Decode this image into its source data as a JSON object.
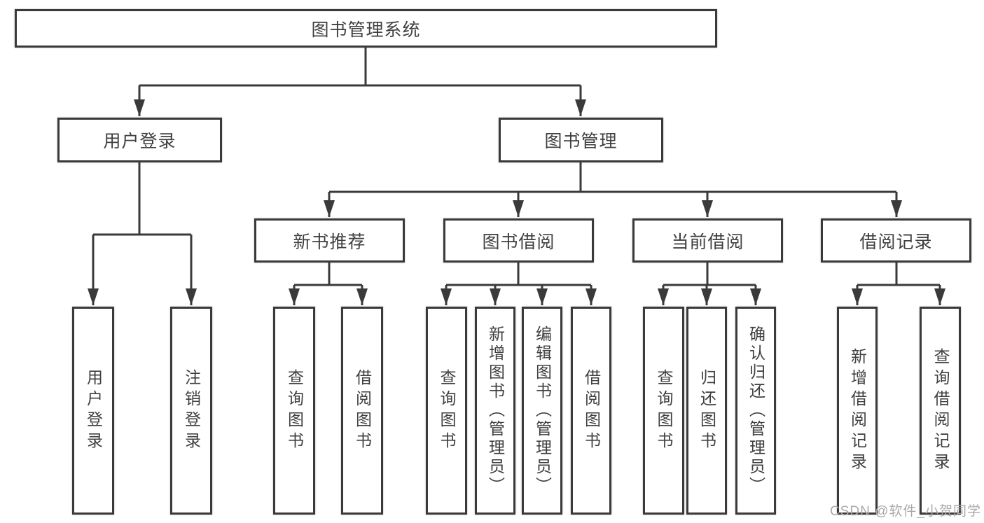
{
  "root": {
    "label": "图书管理系统"
  },
  "login": {
    "label": "用户登录",
    "children": [
      {
        "label": "用户登录"
      },
      {
        "label": "注销登录"
      }
    ]
  },
  "management": {
    "label": "图书管理",
    "sections": [
      {
        "label": "新书推荐",
        "children": [
          {
            "label": "查询图书"
          },
          {
            "label": "借阅图书"
          }
        ]
      },
      {
        "label": "图书借阅",
        "children": [
          {
            "label": "查询图书"
          },
          {
            "label": "新增图书（管理员）"
          },
          {
            "label": "编辑图书（管理员）"
          },
          {
            "label": "借阅图书"
          }
        ]
      },
      {
        "label": "当前借阅",
        "children": [
          {
            "label": "查询图书"
          },
          {
            "label": "归还图书"
          },
          {
            "label": "确认归还（管理员）"
          }
        ]
      },
      {
        "label": "借阅记录",
        "children": [
          {
            "label": "新增借阅记录"
          },
          {
            "label": "查询借阅记录"
          }
        ]
      }
    ]
  },
  "watermark": {
    "text": "CSDN @软件_小贺同学"
  },
  "colors": {
    "line": "#3a3a3a",
    "text": "#3f3f3f",
    "watermark": "#a9a9a9"
  }
}
